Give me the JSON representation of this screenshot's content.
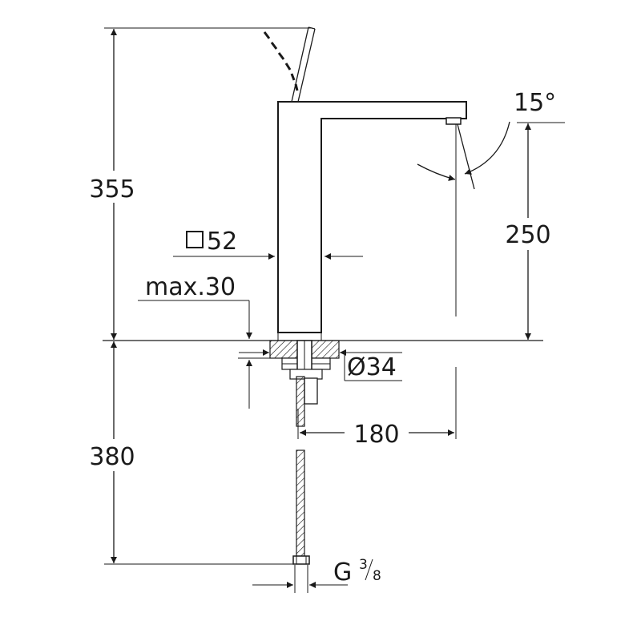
{
  "dimensions": {
    "total_height": "355",
    "spout_height": "250",
    "body_width": "52",
    "max_thickness": "max.30",
    "hole_diameter": "Ø34",
    "spout_reach": "180",
    "hose_length": "380",
    "angle": "15°",
    "connection_main": "G",
    "connection_num": "3",
    "connection_den": "8"
  }
}
